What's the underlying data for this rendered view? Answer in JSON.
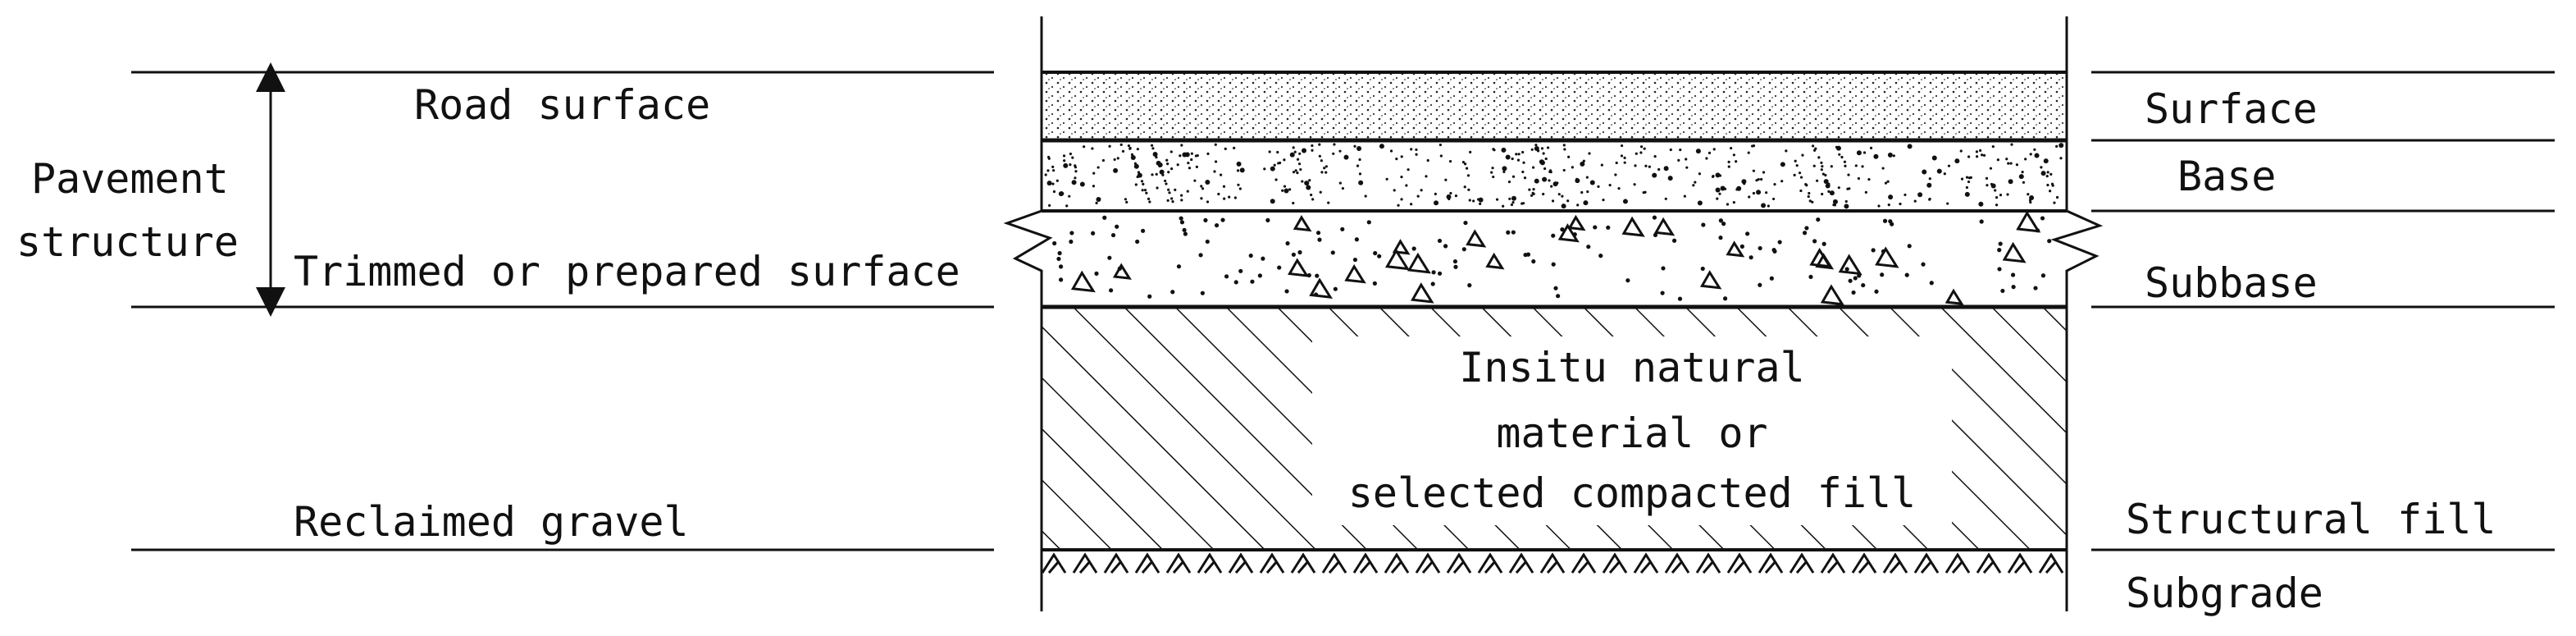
{
  "left_labels": {
    "pavement_structure_line1": "Pavement",
    "pavement_structure_line2": "structure",
    "road_surface": "Road surface",
    "trimmed_surface": "Trimmed or prepared surface",
    "reclaimed_gravel": "Reclaimed gravel"
  },
  "right_labels": {
    "surface": "Surface",
    "base": "Base",
    "subbase": "Subbase",
    "structural_fill": "Structural fill",
    "subgrade": "Subgrade"
  },
  "center_labels": {
    "fill_line1": "Insitu natural",
    "fill_line2": "material or",
    "fill_line3": "selected compacted fill"
  },
  "colors": {
    "ink": "#111111",
    "background": "#ffffff"
  }
}
